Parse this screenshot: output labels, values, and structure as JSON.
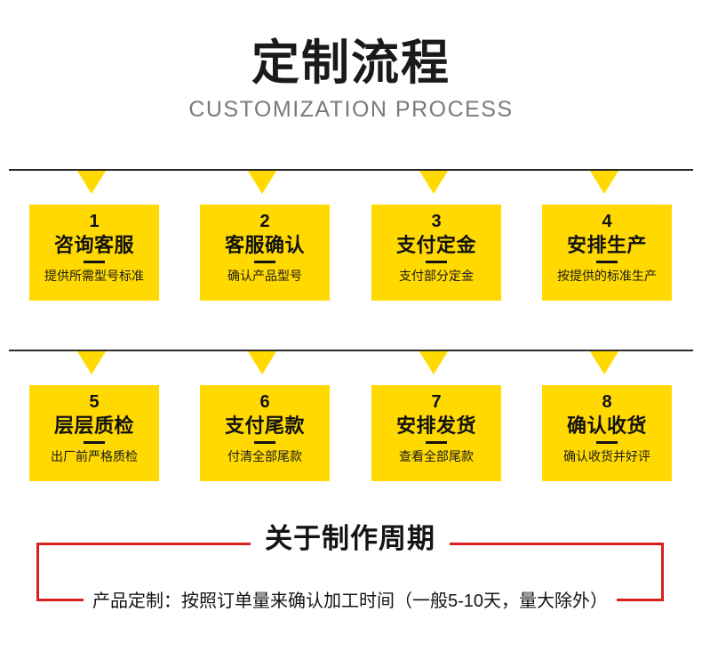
{
  "header": {
    "title": "定制流程",
    "subtitle": "CUSTOMIZATION PROCESS"
  },
  "colors": {
    "card_background": "#FFD900",
    "rule": "#2b2b2b",
    "note_border": "#d81f1f",
    "text_dark": "#111111",
    "subtitle_gray": "#7a7a7a",
    "page_background": "#ffffff"
  },
  "rows": [
    {
      "steps": [
        {
          "number": "1",
          "title": "咨询客服",
          "desc": "提供所需型号标准"
        },
        {
          "number": "2",
          "title": "客服确认",
          "desc": "确认产品型号"
        },
        {
          "number": "3",
          "title": "支付定金",
          "desc": "支付部分定金"
        },
        {
          "number": "4",
          "title": "安排生产",
          "desc": "按提供的标准生产"
        }
      ]
    },
    {
      "steps": [
        {
          "number": "5",
          "title": "层层质检",
          "desc": "出厂前严格质检"
        },
        {
          "number": "6",
          "title": "支付尾款",
          "desc": "付清全部尾款"
        },
        {
          "number": "7",
          "title": "安排发货",
          "desc": "查看全部尾款"
        },
        {
          "number": "8",
          "title": "确认收货",
          "desc": "确认收货并好评"
        }
      ]
    }
  ],
  "note": {
    "title": "关于制作周期",
    "body": "产品定制：按照订单量来确认加工时间（一般5-10天，量大除外）"
  }
}
